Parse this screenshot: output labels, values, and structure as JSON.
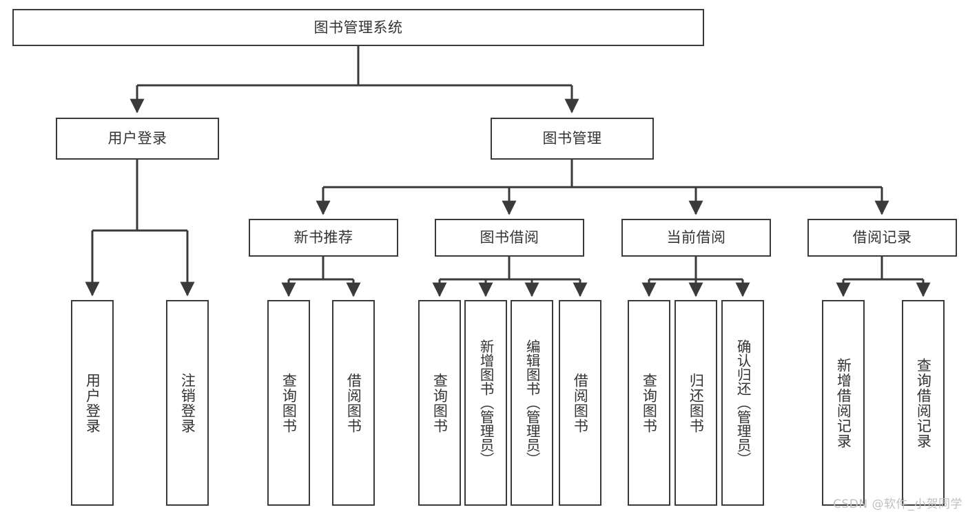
{
  "diagram": {
    "type": "tree-hierarchy",
    "title": "图书管理系统",
    "orientation": "top-down",
    "colors": {
      "box_border": "#3a3a3a",
      "box_fill": "#ffffff",
      "edge": "#3a3a3a",
      "text": "#333333",
      "watermark": "#bfbfbf"
    },
    "root": {
      "label": "图书管理系统"
    },
    "level2": [
      {
        "id": "user-login",
        "label": "用户登录"
      },
      {
        "id": "book-management",
        "label": "图书管理"
      }
    ],
    "level3": [
      {
        "id": "new-book-recommend",
        "label": "新书推荐",
        "parent": "book-management"
      },
      {
        "id": "book-borrow",
        "label": "图书借阅",
        "parent": "book-management"
      },
      {
        "id": "current-borrow",
        "label": "当前借阅",
        "parent": "book-management"
      },
      {
        "id": "borrow-record",
        "label": "借阅记录",
        "parent": "book-management"
      }
    ],
    "leaves": {
      "user-login": [
        {
          "id": "leaf-user-login",
          "label": "用户登录"
        },
        {
          "id": "leaf-user-logout",
          "label": "注销登录"
        }
      ],
      "new-book-recommend": [
        {
          "id": "leaf-query-book-1",
          "label": "查询图书"
        },
        {
          "id": "leaf-borrow-book-1",
          "label": "借阅图书"
        }
      ],
      "book-borrow": [
        {
          "id": "leaf-query-book-2",
          "label": "查询图书"
        },
        {
          "id": "leaf-add-book",
          "label": "新增图书（管理员）"
        },
        {
          "id": "leaf-edit-book",
          "label": "编辑图书（管理员）"
        },
        {
          "id": "leaf-borrow-book-2",
          "label": "借阅图书"
        }
      ],
      "current-borrow": [
        {
          "id": "leaf-query-book-3",
          "label": "查询图书"
        },
        {
          "id": "leaf-return-book",
          "label": "归还图书"
        },
        {
          "id": "leaf-confirm-return",
          "label": "确认归还（管理员）"
        }
      ],
      "borrow-record": [
        {
          "id": "leaf-add-record",
          "label": "新增借阅记录"
        },
        {
          "id": "leaf-query-record",
          "label": "查询借阅记录"
        }
      ]
    }
  },
  "watermark": {
    "text": "CSDN @软件_小贺同学"
  }
}
